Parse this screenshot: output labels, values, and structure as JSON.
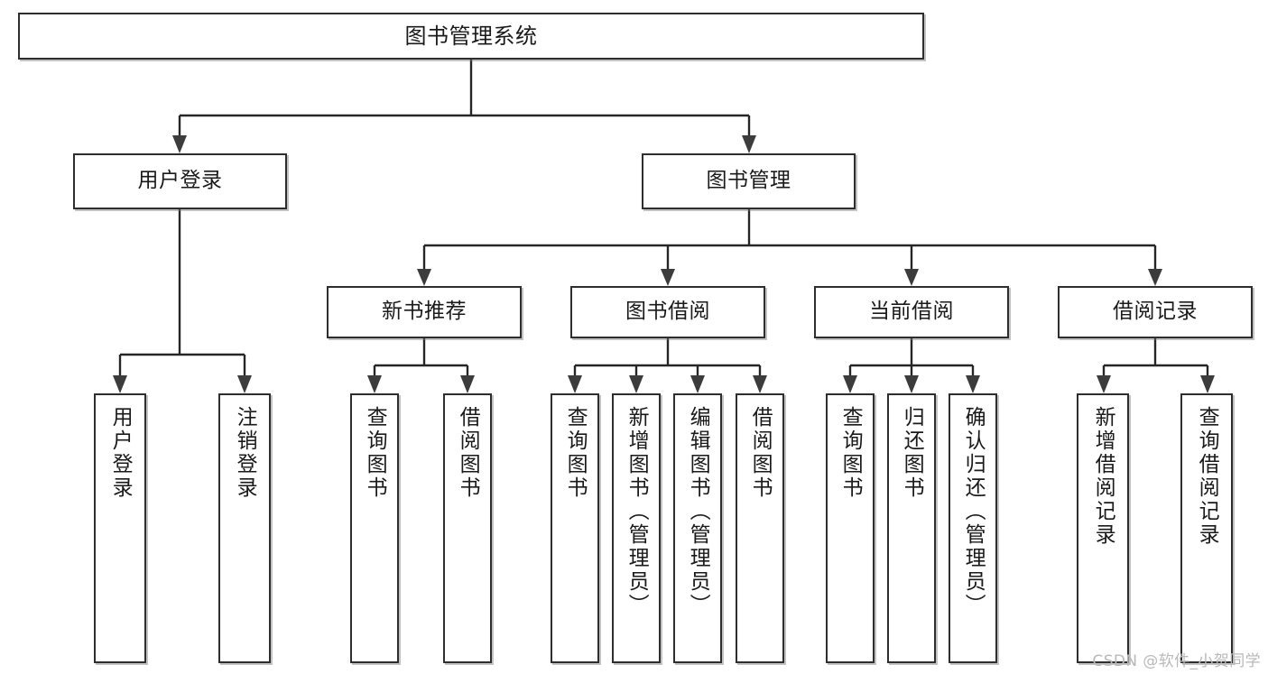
{
  "diagram": {
    "title": "图书管理系统",
    "type": "tree",
    "watermark": "CSDN @软件_小贺同学",
    "colors": {
      "box_border": "#2e2e2e",
      "box_fill": "#ffffff",
      "connector": "#262626",
      "text": "#1a1a1a",
      "watermark": "#b9b9b9"
    },
    "levels": {
      "root": "图书管理系统",
      "level2": [
        "用户登录",
        "图书管理"
      ],
      "level3": [
        "新书推荐",
        "图书借阅",
        "当前借阅",
        "借阅记录"
      ]
    },
    "nodes": {
      "root": {
        "label": "图书管理系统"
      },
      "user_login": {
        "label": "用户登录"
      },
      "book_manage": {
        "label": "图书管理"
      },
      "new_book_rec": {
        "label": "新书推荐"
      },
      "book_borrow": {
        "label": "图书借阅"
      },
      "current_borrow": {
        "label": "当前借阅"
      },
      "borrow_record": {
        "label": "借阅记录"
      },
      "leaf_user_login": {
        "label": "用户登录"
      },
      "leaf_logout": {
        "label": "注销登录"
      },
      "leaf_query_book_a": {
        "label": "查询图书"
      },
      "leaf_borrow_book_a": {
        "label": "借阅图书"
      },
      "leaf_query_book_b": {
        "label": "查询图书"
      },
      "leaf_add_book": {
        "label": "新增图书（管理员）"
      },
      "leaf_edit_book": {
        "label": "编辑图书（管理员）"
      },
      "leaf_borrow_book_b": {
        "label": "借阅图书"
      },
      "leaf_query_book_c": {
        "label": "查询图书"
      },
      "leaf_return_book": {
        "label": "归还图书"
      },
      "leaf_confirm_return": {
        "label": "确认归还（管理员）"
      },
      "leaf_add_record": {
        "label": "新增借阅记录"
      },
      "leaf_query_record": {
        "label": "查询借阅记录"
      }
    },
    "edges": [
      {
        "from": "图书管理系统",
        "to": "用户登录"
      },
      {
        "from": "图书管理系统",
        "to": "图书管理"
      },
      {
        "from": "用户登录",
        "to": "用户登录"
      },
      {
        "from": "用户登录",
        "to": "注销登录"
      },
      {
        "from": "图书管理",
        "to": "新书推荐"
      },
      {
        "from": "图书管理",
        "to": "图书借阅"
      },
      {
        "from": "图书管理",
        "to": "当前借阅"
      },
      {
        "from": "图书管理",
        "to": "借阅记录"
      },
      {
        "from": "新书推荐",
        "to": "查询图书"
      },
      {
        "from": "新书推荐",
        "to": "借阅图书"
      },
      {
        "from": "图书借阅",
        "to": "查询图书"
      },
      {
        "from": "图书借阅",
        "to": "新增图书（管理员）"
      },
      {
        "from": "图书借阅",
        "to": "编辑图书（管理员）"
      },
      {
        "from": "图书借阅",
        "to": "借阅图书"
      },
      {
        "from": "当前借阅",
        "to": "查询图书"
      },
      {
        "from": "当前借阅",
        "to": "归还图书"
      },
      {
        "from": "当前借阅",
        "to": "确认归还（管理员）"
      },
      {
        "from": "借阅记录",
        "to": "新增借阅记录"
      },
      {
        "from": "借阅记录",
        "to": "查询借阅记录"
      }
    ]
  }
}
